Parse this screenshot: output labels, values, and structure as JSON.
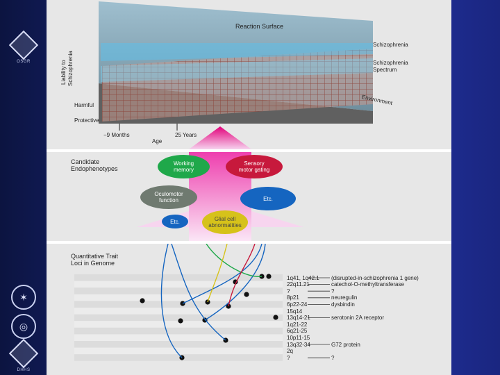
{
  "left_rail": {
    "logo_top_text": "OSGR",
    "logo_bottom_text": "DHHS"
  },
  "surface_panel": {
    "title": "Reaction Surface",
    "y_axis_label_line1": "Liability to",
    "y_axis_label_line2": "Schizophrenia",
    "schizophrenia_label": "Schizophrenia",
    "spectrum_line1": "Schizophrenia",
    "spectrum_line2": "Spectrum",
    "environment_label": "Environment",
    "harmful_label": "Harmful",
    "protective_label": "Protective",
    "age_tick1": "−9 Months",
    "age_tick2": "25 Years",
    "age_label": "Age"
  },
  "endo_panel": {
    "heading_line1": "Candidate",
    "heading_line2": "Endophenotypes",
    "nodes": [
      {
        "line1": "Working",
        "line2": "memory",
        "color": "#1fa84a"
      },
      {
        "line1": "Sensory",
        "line2": "motor gating",
        "color": "#c7193c"
      },
      {
        "line1": "Oculomotor",
        "line2": "function",
        "color": "#6f7a70"
      },
      {
        "line1": "Etc.",
        "line2": "",
        "color": "#1565c0"
      },
      {
        "line1": "Etc.",
        "line2": "",
        "color": "#1565c0"
      },
      {
        "line1": "Glial cell",
        "line2": "abnormalities",
        "color": "#d6c21a"
      }
    ]
  },
  "qtl_panel": {
    "heading_line1": "Quantitative Trait",
    "heading_line2": "Loci in Genome",
    "loci": [
      {
        "locus": "1q41, 1q42.1",
        "gene": "(disrupted-in-schizophrenia 1 gene)"
      },
      {
        "locus": "22q11.21",
        "gene": "catechol-O-methyltransferase"
      },
      {
        "locus": "?",
        "gene": "?"
      },
      {
        "locus": "8p21",
        "gene": "neuregulin"
      },
      {
        "locus": "6p22-24",
        "gene": "dysbindin"
      },
      {
        "locus": "15q14",
        "gene": ""
      },
      {
        "locus": "13q14-21",
        "gene": "serotonin 2A receptor"
      },
      {
        "locus": "1q21-22",
        "gene": ""
      },
      {
        "locus": "6q21-25",
        "gene": ""
      },
      {
        "locus": "10p11-15",
        "gene": ""
      },
      {
        "locus": "13q32-34",
        "gene": "G72 protein"
      },
      {
        "locus": "2q",
        "gene": ""
      },
      {
        "locus": "?",
        "gene": "?"
      }
    ]
  }
}
